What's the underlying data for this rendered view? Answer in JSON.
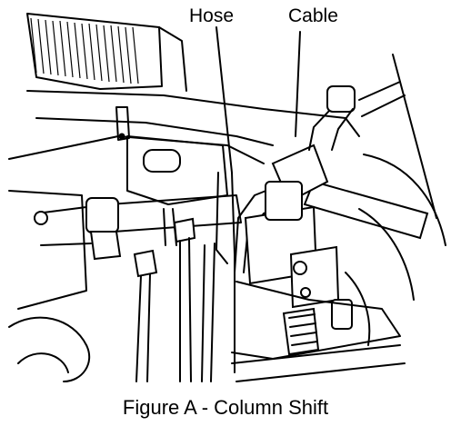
{
  "labels": {
    "hose": "Hose",
    "cable": "Cable"
  },
  "caption": "Figure A - Column Shift"
}
